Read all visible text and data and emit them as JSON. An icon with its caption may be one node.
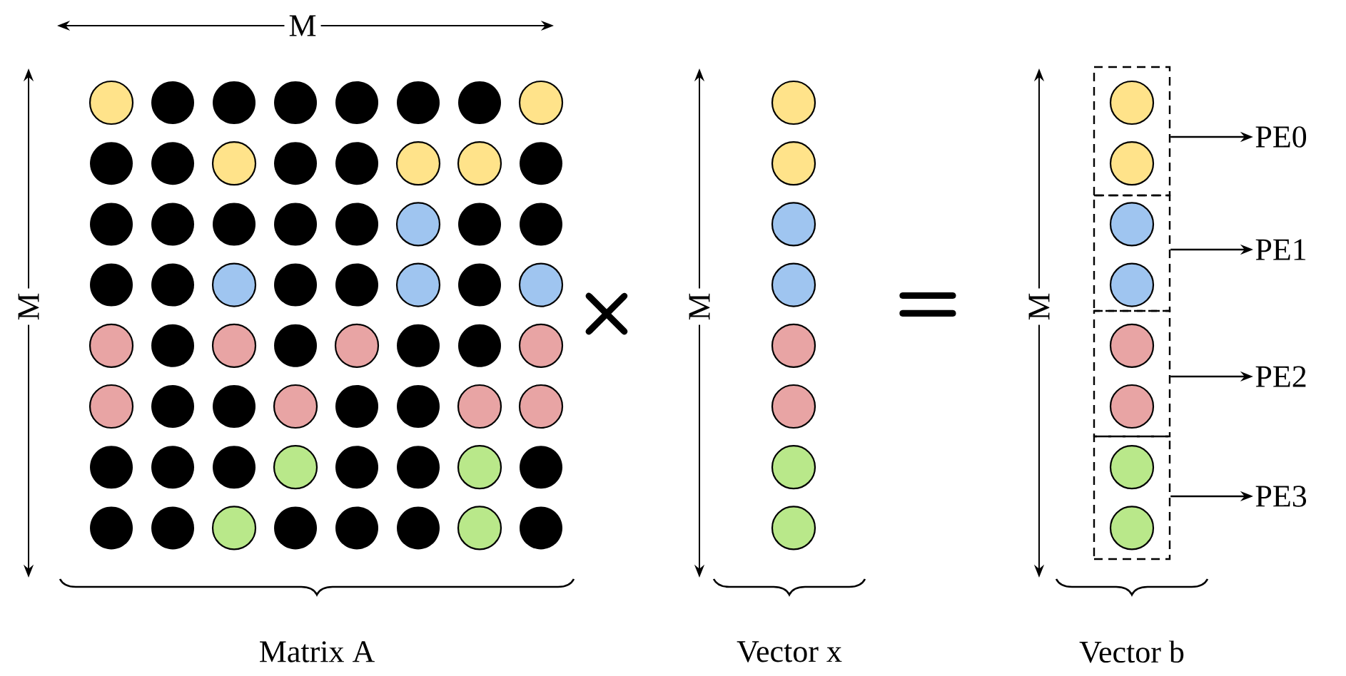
{
  "diagram": {
    "nodes": [
      {
        "text": [],
        "shape": "box"
      },
      {
        "text": [],
        "shape": "box"
      },
      {
        "text": [],
        "shape": "box"
      },
      {
        "text": [],
        "shape": "box"
      },
      {
        "text": [
          "PE0"
        ]
      },
      {
        "text": [
          "PE1"
        ]
      },
      {
        "text": [
          "PE2"
        ]
      },
      {
        "text": [
          "PE3"
        ]
      }
    ],
    "edges": [
      {
        "from": 0,
        "to": 4,
        "arrow": "to"
      },
      {
        "from": 1,
        "to": 5,
        "arrow": "to"
      },
      {
        "from": 2,
        "to": 6,
        "arrow": "to"
      },
      {
        "from": 3,
        "to": 7,
        "arrow": "to"
      }
    ],
    "labels": [
      "M",
      "M",
      "×",
      "M",
      "=",
      "M",
      "Matrix A",
      "Vector x",
      "Vector b"
    ]
  }
}
